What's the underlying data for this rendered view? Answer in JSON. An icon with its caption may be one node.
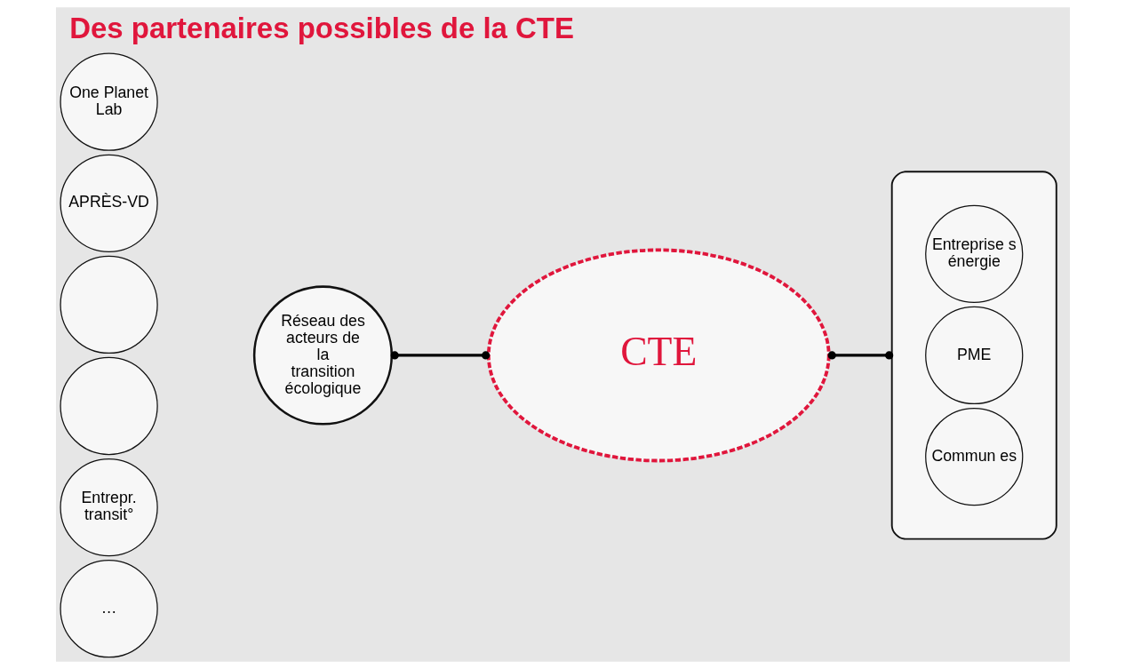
{
  "diagram": {
    "title": "Des partenaires possibles de la CTE",
    "nodes": [
      {
        "text": [
          "One Planet Lab"
        ]
      },
      {
        "text": [
          "APRÈS-VD"
        ]
      },
      {
        "text": [],
        "shape": "circle"
      },
      {
        "text": [],
        "shape": "circle"
      },
      {
        "text": [
          "Entrepr. transit°"
        ]
      },
      {
        "text": [
          "…"
        ]
      },
      {
        "text": [
          "Réseau des acteurs de la transition écologique"
        ]
      },
      {
        "text": [
          "CTE"
        ]
      },
      {
        "text": [],
        "shape": "ellipse"
      },
      {
        "text": [
          "Entreprise s énergie"
        ],
        "in": 8
      },
      {
        "text": [
          "PME"
        ],
        "in": 8
      },
      {
        "text": [
          "Commun es"
        ],
        "in": 8
      }
    ],
    "edges": [
      {
        "from": 6,
        "to": 7,
        "arrow": "other"
      },
      {
        "from": 7,
        "to": 8,
        "arrow": "other"
      }
    ]
  }
}
